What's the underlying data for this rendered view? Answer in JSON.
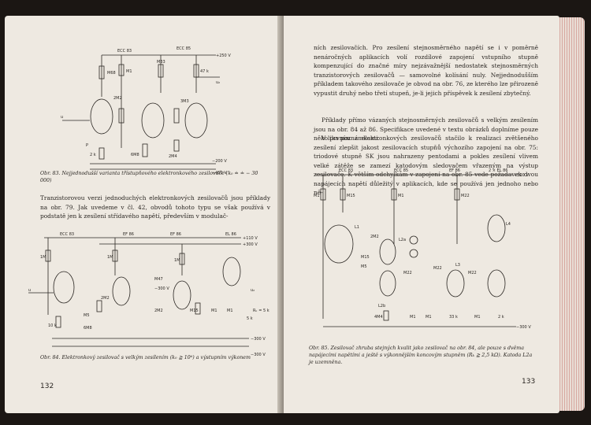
{
  "left_page": {
    "fig83": {
      "labels": {
        "tube1": "ECC 83",
        "tube2": "ECC 85",
        "supply_pos": "+250 V",
        "out": "u₂",
        "in": "u",
        "supply_neg": "−200 V",
        "supply_neg2": "−450 V",
        "r1": "M68",
        "r2": "M1",
        "r3": "M33",
        "r4": "47 k",
        "r5": "2M2",
        "r6": "3M3",
        "r7": "6M8",
        "r8": "2M4",
        "r9": "2 k",
        "p": "P"
      },
      "caption_num": "Obr. 83.",
      "caption": "Nejjednodušší varianta třístupňového elektronkového zesilovače (k₀ ≐ ≐ − 30 000)"
    },
    "paragraph": "Tranzistorovou verzi jednoduchých elektronkových zesilovačů jsou příklady na obr. 79. Jak uvedeme v čl. 42, obvodů tohoto typu se však používá v podstatě jen k zesílení střídavého napětí, především v modulač-",
    "fig84": {
      "labels": {
        "t1": "ECC 83",
        "t2": "EF 86",
        "t3": "EF 86",
        "t4": "EL 86",
        "v1": "+110 V",
        "v2": "+300 V",
        "v3": "−300 V",
        "v4": "−300 V",
        "in": "u",
        "out": "u₂",
        "rk": "Rₖ = 5 k",
        "r1": "1M",
        "r2": "1M",
        "r3": "1M",
        "r4": "2M2",
        "r5": "M5",
        "r6": "6M8",
        "r7": "10 k",
        "r8": "M47",
        "r9": "−300 V",
        "r10": "2M2",
        "r11": "M15",
        "r12": "M1",
        "r13": "M1",
        "r14": "5 k"
      },
      "caption_num": "Obr. 84.",
      "caption": "Elektronkový zesilovač s velkým zesílením (k₀ ≧ 10⁶) a výstupním výkonem"
    },
    "page_number": "132"
  },
  "right_page": {
    "paragraphs": [
      "ních zesilovačích. Pro zesílení stejnosměrného napětí se i v poměrně nenáročných aplikacích volí rozdílové zapojení vstupního stupně kompenzující do značné míry nejzávažnější nedostatek stejnosměrných tranzistorových zesilovačů — samovolné kolísání nuly. Nejjednodušším příkladem takového zesilovače je obvod na obr. 76, ze kterého lze přirozeně vypustit druhý nebo třetí stupeň, je-li jejich příspěvek k zesílení zbytečný.",
      "Příklady přímo vázaných stejnosměrných zesilovačů s velkým zesílením jsou na obr. 84 až 86. Specifikace uvedené v textu obrázků doplníme pouze několika poznámkami.",
      "V prvním z elektronkových zesilovačů stačilo k realizaci zvětšeného zesílení zlepšit jakost zesilovacích stupňů výchozího zapojení na obr. 75: triodové stupně SK jsou nahrazeny pentodami a pokles zesílení vlivem velké zátěže se zamezí katodovým sledovačem vřazeným na výstup zesilovače. K větším odchylkám v zapojení na obr. 85 vede požadavek dvou napájecích napětí důležitý v aplikacích, kde se používá jen jednoho nebo ně-"
    ],
    "fig85": {
      "labels": {
        "t1": "ECC 83",
        "t2": "ECC 85",
        "t3": "EF 86",
        "t4": "2 × EL 86",
        "v1": "+300 V",
        "v2": "−300 V",
        "l1": "L1",
        "l2a": "L2a",
        "l2b": "L2b",
        "l3": "L3",
        "l4": "L4",
        "r1": "M1",
        "r2": "M15",
        "r3": "M1",
        "r4": "M22",
        "r5": "2M2",
        "r6": "M15",
        "r7": "M5",
        "r8": "M22",
        "r9": "M22",
        "r10": "M22",
        "r11": "4M4",
        "r12": "M1",
        "r13": "M1",
        "r14": "33 k",
        "r15": "M1",
        "r16": "2 k"
      },
      "caption_num": "Obr. 85.",
      "caption": "Zesilovač zhruba stejných kvalit jako zesilovač na obr. 84, ale pouze s dvěma napájecími napětími a ještě s výkonnějším koncovým stupněm (Rₖ ≧ 2,5 kΩ). Katoda L2a je uzemněna."
    },
    "page_number": "133"
  }
}
